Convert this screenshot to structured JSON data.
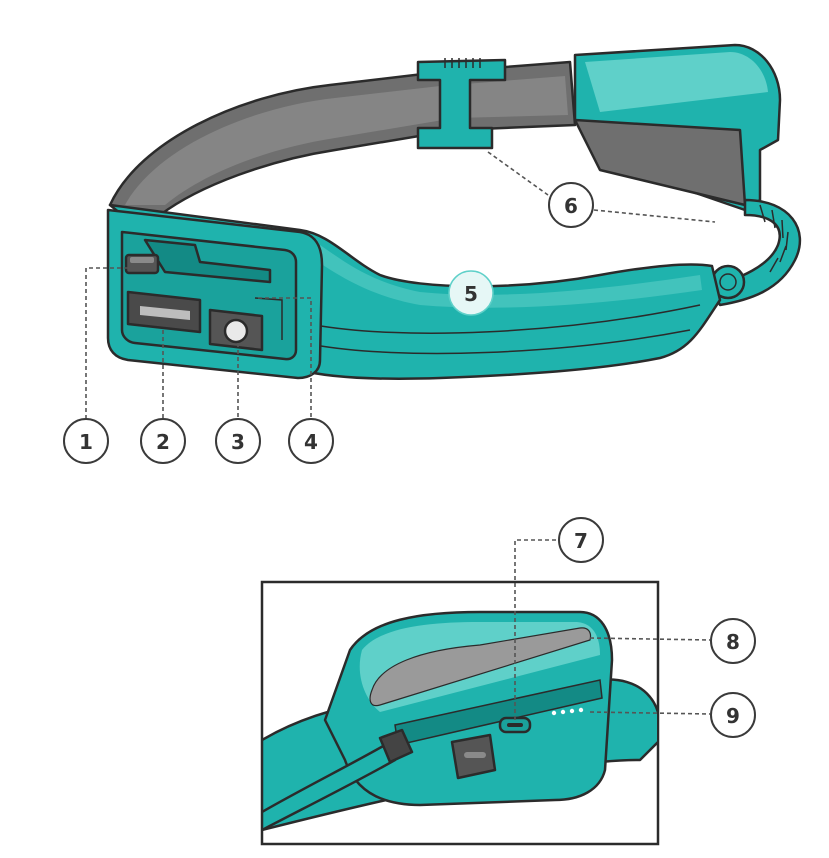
{
  "colors": {
    "teal": "#1fb3ad",
    "teal_light": "#5fd0c9",
    "teal_dark": "#138a85",
    "strap_gray": "#7a7a7a",
    "strap_dark": "#5e5e5e",
    "outline": "#2b2b2b",
    "lens": "#e9e9e9",
    "reflective": "#9a9a9a"
  },
  "callouts": [
    {
      "id": "1",
      "label": "1"
    },
    {
      "id": "2",
      "label": "2"
    },
    {
      "id": "3",
      "label": "3"
    },
    {
      "id": "4",
      "label": "4"
    },
    {
      "id": "5",
      "label": "5"
    },
    {
      "id": "6",
      "label": "6"
    },
    {
      "id": "7",
      "label": "7"
    },
    {
      "id": "8",
      "label": "8"
    },
    {
      "id": "9",
      "label": "9"
    }
  ],
  "icons": {
    "headlamp": "headlamp-illustration",
    "battery_pack": "battery-pack-inset"
  }
}
